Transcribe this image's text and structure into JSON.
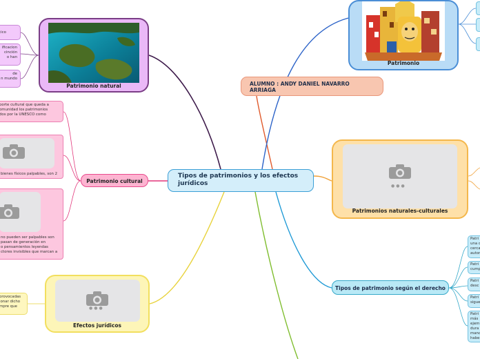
{
  "central": "Tipos de patrimonios y los efectos jurídicos",
  "alumno": "ALUMNO : ANDY DANIEL NAVARRO ARRIAGA",
  "patrimonio_cultural": "Patrimonio cultural",
  "patrimonio_natural": "Patrimonio natural",
  "patrimonios_naturales_culturales": "Patrimonios naturales-culturales",
  "efectos_juridicos": "Efectos jurídicos",
  "patrimonio": "Patrimonio",
  "tipos_derecho": "Tipos de patrimonio según el derecho",
  "natural_notes": [
    "tico",
    "ificacion\ncinción\no han",
    "de\nn mundo"
  ],
  "cultural_notes": [
    "porte cultural que queda a\nomunidad los patrimonios\ndos por la UNESCO como",
    "bienes físicos palpables, son 2",
    "no pueden ser palpables son\npasan de generación en\no pensamientos leyendas\nctores invisibles que marcan a"
  ],
  "efectos_note": "provocadas\nionar dicho\nmpre que",
  "derecho_notes": [
    "Patri\nuna c\ncerca\nautor",
    "Patri\ncump",
    "Patri\ndesc",
    "Patri\nsigue",
    "Patri\nmás\nejem\ndura\nmanc\nhabe"
  ],
  "colors": {
    "central": "#d4eefa",
    "natural": "#eab8f7",
    "cultural": "#fdb4d1",
    "natcult": "#fee0a8",
    "efectos": "#fdf5b8",
    "patrimonio": "#b9dcf6",
    "alumno": "#f8c6b0"
  }
}
